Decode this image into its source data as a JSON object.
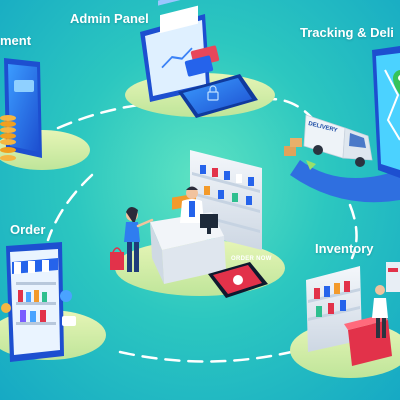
{
  "labels": {
    "admin_panel": "Admin Panel",
    "tracking": "Tracking & Deli",
    "payment": "ment",
    "order": "Order",
    "inventory": "Inventory"
  },
  "order_now_text": "ORDER NOW",
  "delivery_text": "DELIVERY",
  "icons": [
    "credit-card-icon",
    "coin-stack-icon",
    "map-pin-icon",
    "lock-icon",
    "truck-icon",
    "pharmacist-icon",
    "customer-icon",
    "shopping-bag-icon"
  ],
  "colors": {
    "background_center": "#5ee3c2",
    "background_edge": "#16a9c4",
    "platform": "#d8f0a8",
    "device_blue": "#1d5bd8",
    "screen": "#2f7df0",
    "truck_white": "#eef3f8",
    "accent_red": "#e2324a",
    "accent_orange": "#f39a2b"
  }
}
